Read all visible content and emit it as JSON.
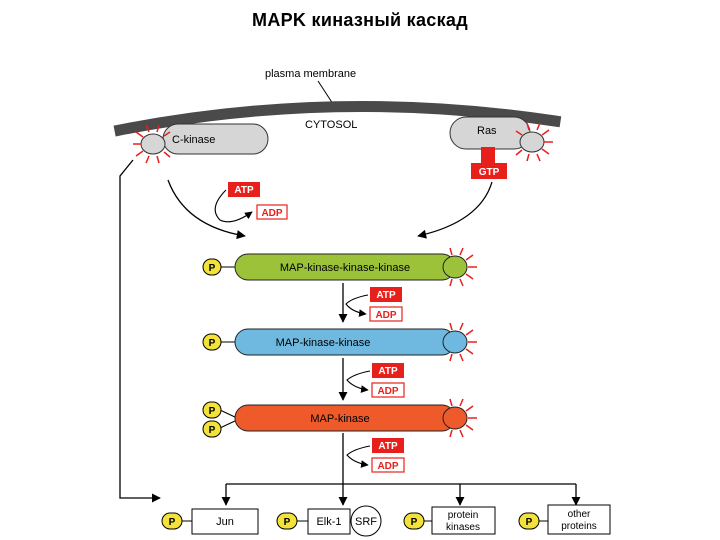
{
  "title": "MAPK  киназный каскад",
  "labels": {
    "plasma_membrane": "plasma membrane",
    "cytosol": "CYTOSOL",
    "c_kinase": "C-kinase",
    "ras": "Ras",
    "gtp": "GTP",
    "atp": "ATP",
    "adp": "ADP",
    "p": "P",
    "mapkkk": "MAP-kinase-kinase-kinase",
    "mapkk": "MAP-kinase-kinase",
    "mapk": "MAP-kinase",
    "jun": "Jun",
    "elk1": "Elk-1",
    "srf": "SRF",
    "protein_kinases_1": "protein",
    "protein_kinases_2": "kinases",
    "other_proteins_1": "other",
    "other_proteins_2": "proteins"
  },
  "colors": {
    "membrane": "#5a5a5a",
    "membrane_protein": "#d6d6d6",
    "red": "#e8201c",
    "phosphate_fill": "#f3e23a",
    "mapkkk_fill": "#9cc23a",
    "mapkk_fill": "#6fb8e0",
    "mapk_fill": "#ef5a2a"
  }
}
